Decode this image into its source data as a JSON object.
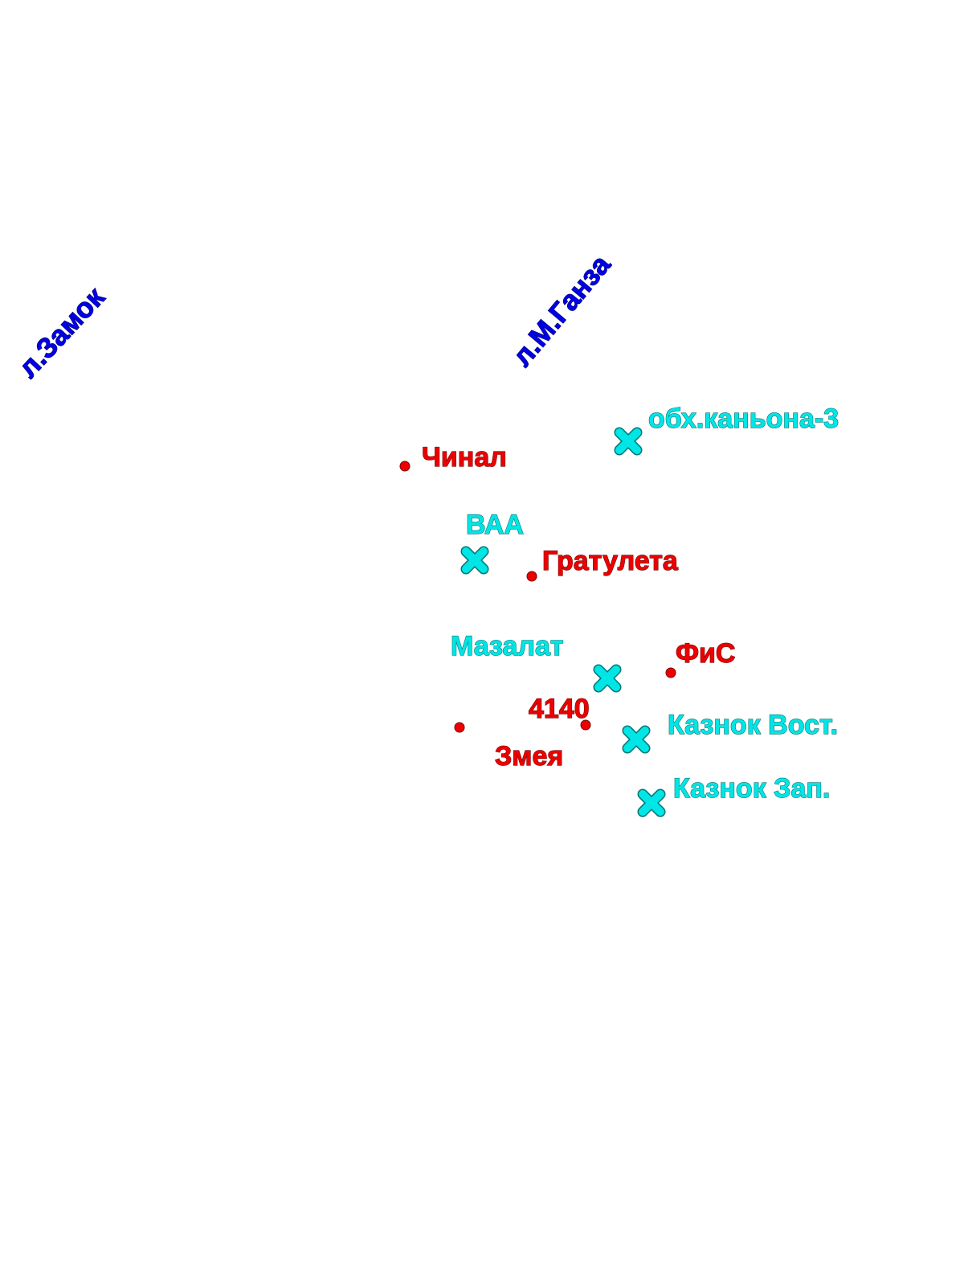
{
  "colors": {
    "line_label": "#0000e6",
    "point": "#ee0000",
    "point_outline": "#7a0000",
    "cross": "#00e6e6",
    "cross_outline": "#007777",
    "background": "#ffffff"
  },
  "line_labels": [
    {
      "text": "л.Замок"
    },
    {
      "text": "л.М.Ганза"
    }
  ],
  "points": [
    {
      "label": "Чинал"
    },
    {
      "label": "Гратулета"
    },
    {
      "label": "ФиС"
    },
    {
      "label": "4140"
    },
    {
      "label": "Змея"
    }
  ],
  "crosses": [
    {
      "label": "обх.каньона-3"
    },
    {
      "label": "ВАА"
    },
    {
      "label": "Мазалат"
    },
    {
      "label": "Казнок Вост."
    },
    {
      "label": "Казнок Зап."
    }
  ]
}
